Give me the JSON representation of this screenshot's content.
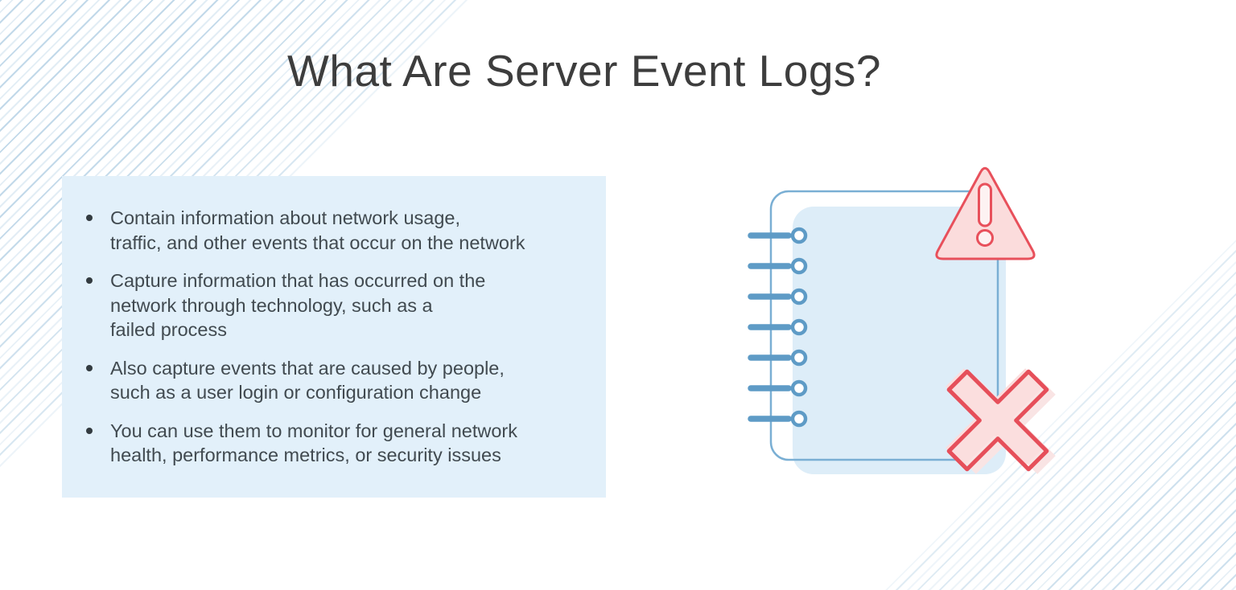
{
  "slide": {
    "title": "What Are Server Event Logs?",
    "bullets": [
      "Contain information about network usage,\ntraffic, and other events that occur on the network",
      "Capture information that has occurred on the\nnetwork through technology, such as a\nfailed process",
      "Also capture events that are caused by people,\nsuch as a user login or configuration change",
      "You can use them to monitor for general network\nhealth, performance metrics, or security issues"
    ]
  },
  "illustration": {
    "description": "Spiral-bound log notebook with a warning triangle and an error cross",
    "icons": [
      "notebook-icon",
      "warning-triangle-icon",
      "error-cross-icon"
    ]
  },
  "colors": {
    "accent_blue": "#5e9bc6",
    "notebook_outline_blue": "#7aafd4",
    "light_blue_fill": "#ddedf8",
    "box_background": "#e2f0fa",
    "alert_red": "#e8505b",
    "alert_pink_fill": "#fbdcdc",
    "title_text": "#3d3d3d",
    "body_text": "#414a50"
  }
}
